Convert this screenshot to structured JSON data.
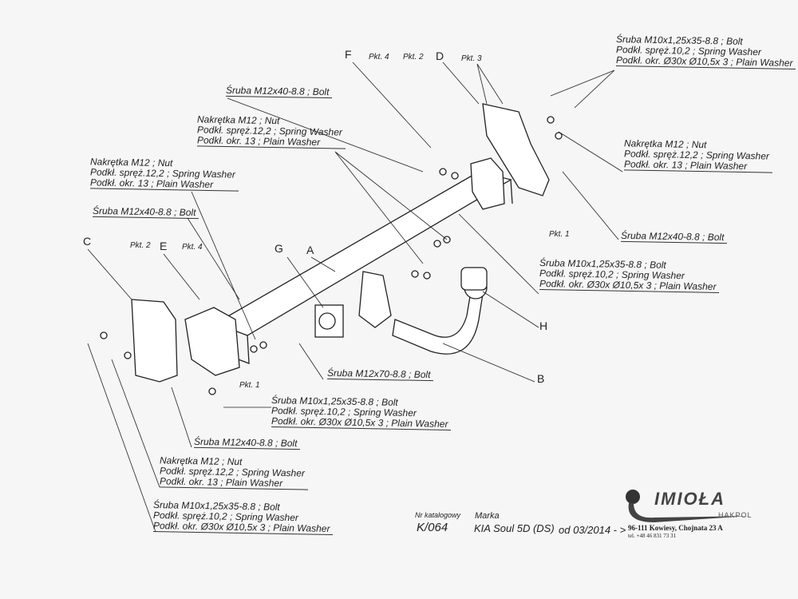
{
  "labels": {
    "g1": [
      "Śruba M10x1,25x35-8.8 ;  Bolt",
      "Podkł. spręż.10,2 ; Spring Washer",
      "Podkł. okr.  Ø30x Ø10,5x 3 ; Plain Washer"
    ],
    "g2": [
      "Nakrętka  M12 ; Nut",
      "Podkł. spręż.12,2 ; Spring Washer",
      "Podkł. okr. 13 ; Plain Washer"
    ],
    "g3": [
      "Śruba M12x40-8.8 ;  Bolt"
    ],
    "g4": [
      "Śruba M10x1,25x35-8.8 ;  Bolt",
      "Podkł. spręż.10,2 ; Spring Washer",
      "Podkł. okr.  Ø30x Ø10,5x 3 ; Plain Washer"
    ],
    "g5": [
      "Śruba M12x40-8.8 ;  Bolt"
    ],
    "g6": [
      "Nakrętka  M12 ; Nut",
      "Podkł. spręż.12,2 ; Spring Washer",
      "Podkł. okr. 13 ; Plain Washer"
    ],
    "g7": [
      "Nakrętka  M12 ; Nut",
      "Podkł. spręż.12,2 ; Spring Washer",
      "Podkł. okr. 13 ; Plain Washer"
    ],
    "g8": [
      "Śruba M12x40-8.8 ;  Bolt"
    ],
    "g9": [
      "Śruba M12x70-8.8 ;  Bolt"
    ],
    "g10": [
      "Śruba M10x1,25x35-8.8 ;  Bolt",
      "Podkł. spręż.10,2 ; Spring Washer",
      "Podkł. okr.  Ø30x Ø10,5x 3 ; Plain Washer"
    ],
    "g11": [
      "Śruba M12x40-8.8 ;  Bolt"
    ],
    "g12": [
      "Nakrętka  M12 ; Nut",
      "Podkł. spręż.12,2 ; Spring Washer",
      "Podkł. okr. 13 ; Plain Washer"
    ],
    "g13": [
      "Śruba M10x1,25x35-8.8 ;  Bolt",
      "Podkł. spręż.10,2 ; Spring Washer",
      "Podkł. okr.  Ø30x Ø10,5x 3 ; Plain Washer"
    ]
  },
  "letters": {
    "F": "F",
    "D": "D",
    "C": "C",
    "E": "E",
    "G": "G",
    "A": "A",
    "H": "H",
    "B": "B"
  },
  "pkt": {
    "p4a": "Pkt. 4",
    "p2a": "Pkt. 2",
    "p3": "Pkt. 3",
    "p1a": "Pkt. 1",
    "p2b": "Pkt. 2",
    "p4b": "Pkt. 4",
    "p1b": "Pkt. 1"
  },
  "footer": {
    "catalog_label": "Nr katalogowy",
    "catalog_value": "K/064",
    "make_label": "Marka",
    "make_value": "KIA Soul 5D (DS)",
    "from": "od  03/2014 - >"
  },
  "logo": {
    "name": "IMIOŁA",
    "sub": "HAKPOL",
    "address": "96-111 Kowiesy, Chojnata 23 A",
    "tel": "tel. +48 46 831 73 31"
  }
}
